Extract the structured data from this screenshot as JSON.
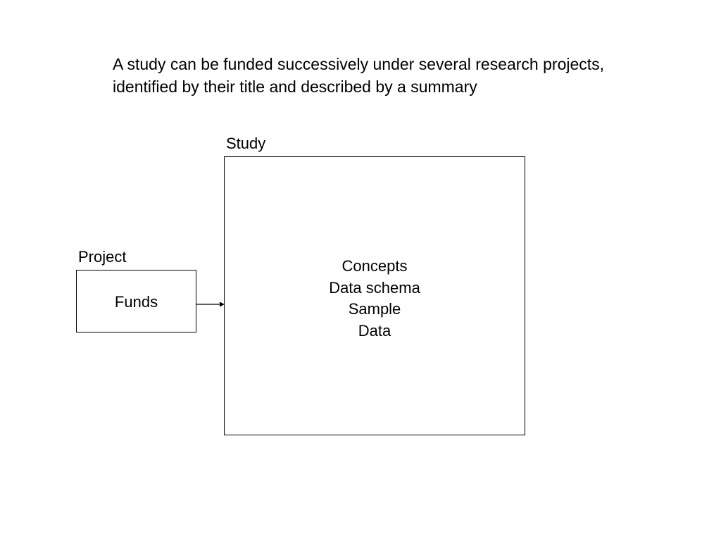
{
  "caption": {
    "lines": [
      "A study can be funded successively under several research projects,",
      "identified by their title and described by a summary"
    ]
  },
  "study": {
    "label": "Study",
    "contents": [
      "Concepts",
      "Data schema",
      "Sample",
      "Data"
    ]
  },
  "project": {
    "label": "Project",
    "content": "Funds"
  },
  "connector": {
    "from": "Project",
    "to": "Study",
    "color": "#000000"
  }
}
